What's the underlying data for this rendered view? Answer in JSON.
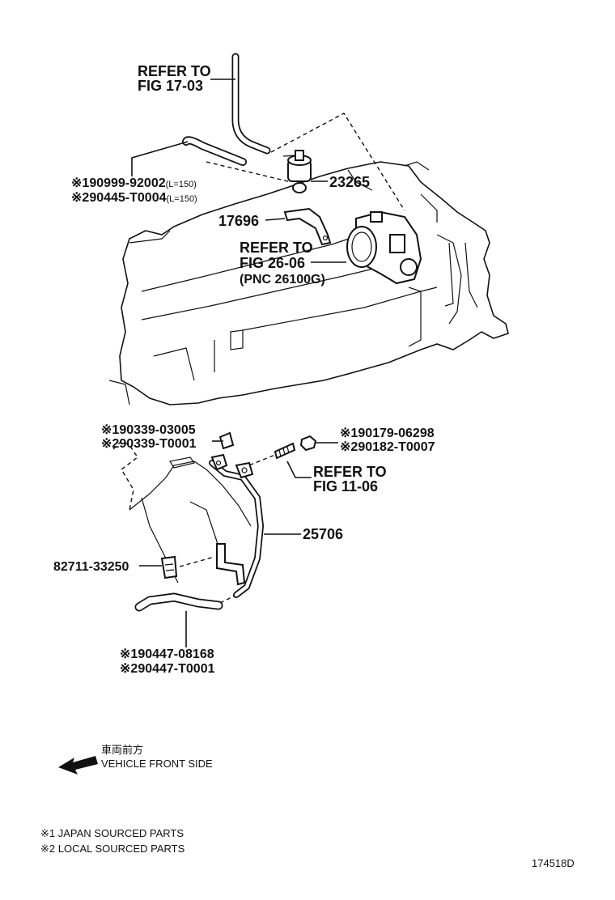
{
  "callouts": {
    "refer_1703": [
      "REFER TO",
      "FIG 17-03"
    ],
    "hose_top": {
      "line1_mark": "※1",
      "line1_part": "90999-92002",
      "line1_suffix": "(L=150)",
      "line2_mark": "※2",
      "line2_part": "90445-T0004",
      "line2_suffix": "(L=150)"
    },
    "p23265": "23265",
    "p17696": "17696",
    "refer_2606": [
      "REFER TO",
      "FIG 26-06",
      "(PNC 26100G)"
    ],
    "plug": {
      "line1_mark": "※1",
      "line1_part": "90339-03005",
      "line2_mark": "※2",
      "line2_part": "90339-T0001"
    },
    "nut": {
      "line1_mark": "※1",
      "line1_part": "90179-06298",
      "line2_mark": "※2",
      "line2_part": "90182-T0007"
    },
    "refer_1106": [
      "REFER TO",
      "FIG 11-06"
    ],
    "p25706": "25706",
    "p82711": "82711-33250",
    "hose_bottom": {
      "line1_mark": "※1",
      "line1_part": "90447-08168",
      "line2_mark": "※2",
      "line2_part": "90447-T0001"
    }
  },
  "front": {
    "jp": "車両前方",
    "en": "VEHICLE FRONT SIDE"
  },
  "legend": [
    "※1 JAPAN SOURCED PARTS",
    "※2 LOCAL SOURCED PARTS"
  ],
  "figure_id": "174518D"
}
